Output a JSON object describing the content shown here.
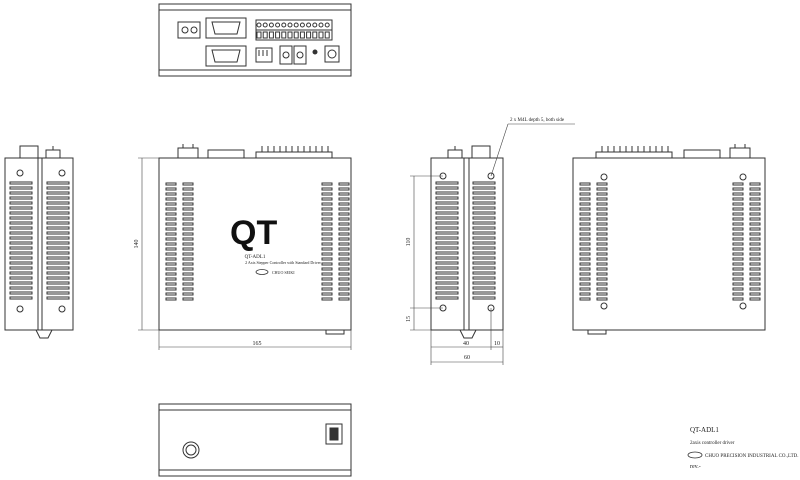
{
  "front_panel": {
    "logo": "QT",
    "model": "QT-ADL1",
    "subtitle": "2 Axis Stepper Controller with Standard Driver",
    "brand_tag": "CHUO SEIKI"
  },
  "dimensions": {
    "width": "165",
    "height": "140",
    "depth_total": "60",
    "depth_inner": "40",
    "offset_right": "10",
    "hole_pitch": "110",
    "hole_bottom": "15"
  },
  "callout": "2 x M4L depth 5, both side",
  "title_block": {
    "model": "QT-ADL1",
    "description": "2axis controller driver",
    "company": "CHUO PRECISION INDUSTRIAL CO.,LTD.",
    "revision": "rev.-"
  }
}
